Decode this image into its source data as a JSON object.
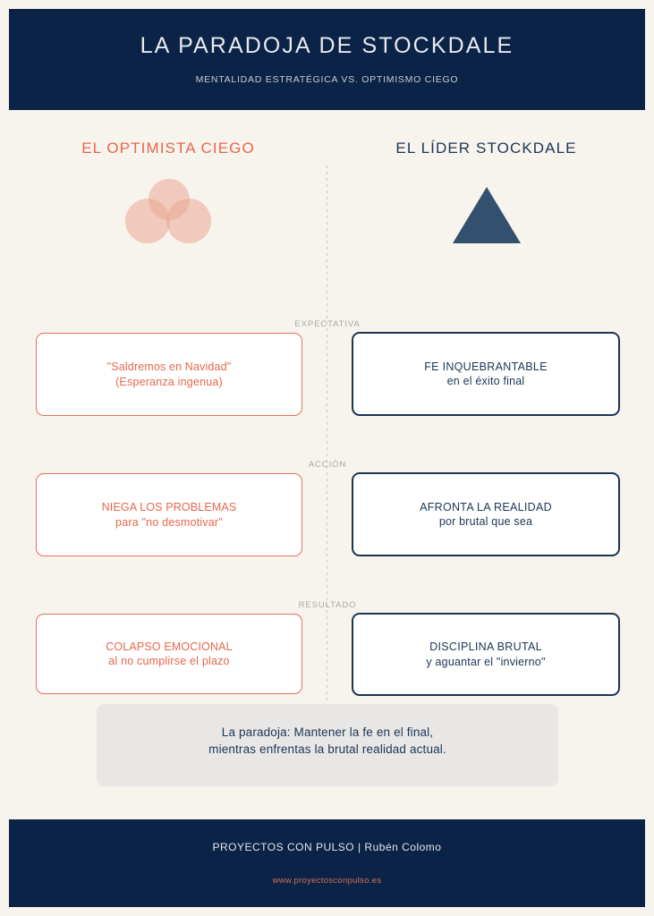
{
  "header": {
    "title": "LA PARADOJA DE STOCKDALE",
    "subtitle": "MENTALIDAD ESTRATÉGICA VS. OPTIMISMO CIEGO",
    "background_color": "#0b2346",
    "title_color": "#e8eaee"
  },
  "page": {
    "background_color": "#f7f3ed"
  },
  "columns": {
    "left": {
      "heading": "EL OPTIMISTA CIEGO",
      "accent_color": "#e8674b",
      "icon": "three-overlapping-circles-icon"
    },
    "right": {
      "heading": "EL LÍDER STOCKDALE",
      "accent_color": "#1c3557",
      "icon": "triangle-icon"
    }
  },
  "rows": [
    {
      "label": "EXPECTATIVA",
      "left": {
        "line1": "\"Saldremos en Navidad\"",
        "line2": "(Esperanza ingenua)"
      },
      "right": {
        "line1": "FE INQUEBRANTABLE",
        "line2": "en el éxito final"
      }
    },
    {
      "label": "ACCIÓN",
      "left": {
        "line1": "NIEGA LOS PROBLEMAS",
        "line2": "para \"no desmotivar\""
      },
      "right": {
        "line1": "AFRONTA LA REALIDAD",
        "line2": "por brutal que sea"
      }
    },
    {
      "label": "RESULTADO",
      "left": {
        "line1": "COLAPSO EMOCIONAL",
        "line2": "al no cumplirse el plazo"
      },
      "right": {
        "line1": "DISCIPLINA BRUTAL",
        "line2": "y aguantar el \"invierno\""
      }
    }
  ],
  "conclusion": {
    "line1": "La paradoja: Mantener la fe en el final,",
    "line2": "mientras enfrentas la brutal realidad actual."
  },
  "footer": {
    "brand": "PROYECTOS CON PULSO | Rubén Colomo",
    "url": "www.proyectosconpulso.es",
    "background_color": "#0b2346",
    "url_color": "#d4705a"
  }
}
